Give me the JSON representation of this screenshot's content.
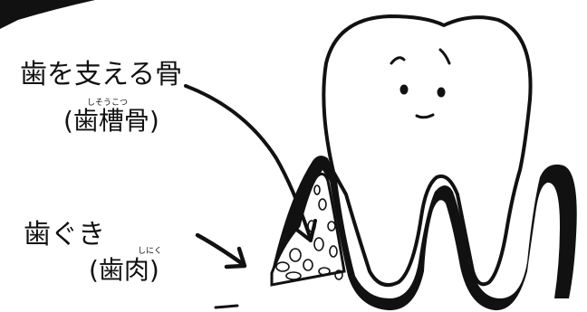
{
  "labels": {
    "bone": {
      "main": "歯を支える骨",
      "sub": "(歯槽骨)",
      "ruby": "しそうこつ"
    },
    "gum": {
      "main": "歯ぐき",
      "sub": "(歯肉)",
      "ruby": "しにく"
    }
  },
  "colors": {
    "ink": "#111111",
    "paper": "#ffffff",
    "bone_fill": "#ffffff"
  },
  "icons": {
    "tooth": "tooth-with-face",
    "arrows": [
      "bone-arrow",
      "gum-arrow"
    ]
  }
}
